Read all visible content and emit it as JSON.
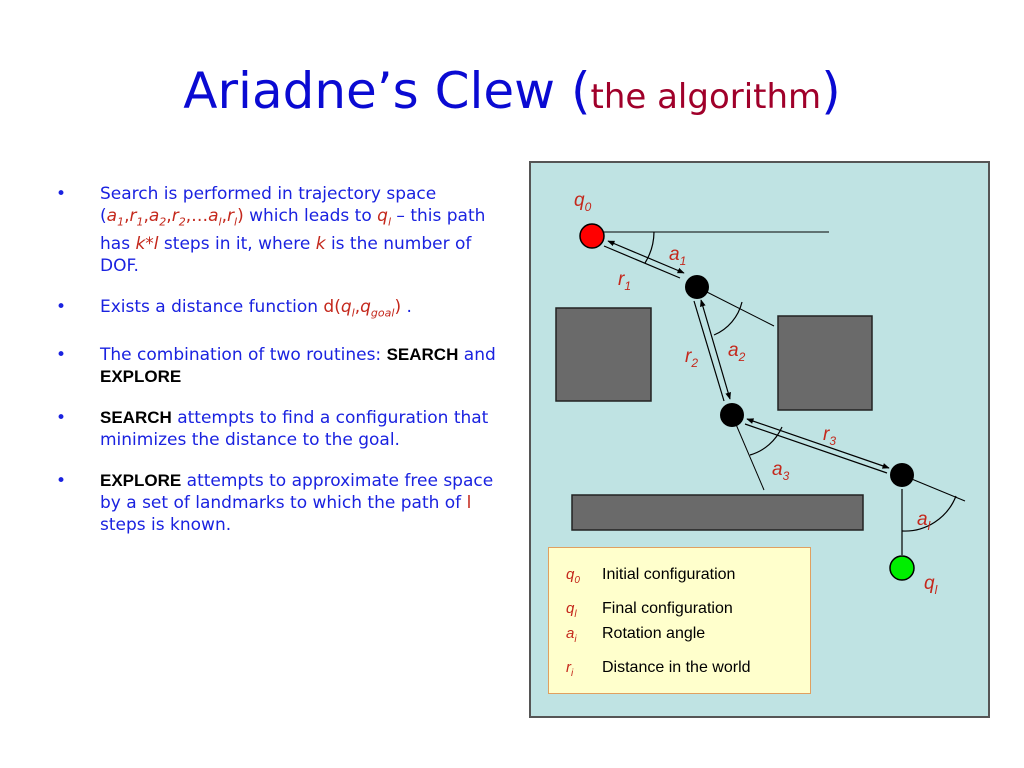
{
  "title": {
    "main": "Ariadne’s Clew (",
    "sub": "the algorithm",
    "close": ")"
  },
  "bullets": {
    "b1": {
      "t1": "Search is performed in trajectory space (",
      "a1": "a",
      "s1": "1",
      "c1": ",",
      "r1": "r",
      "s2": "1",
      "c2": ",",
      "a2": "a",
      "s3": "2",
      "c3": ",",
      "r2": "r",
      "s4": "2",
      "c4": ",…",
      "al": "a",
      "s5": "l",
      "c5": ",",
      "rl": "r",
      "s6": "l",
      "c6": ")",
      "t2": " which leads to ",
      "q": "q",
      "qs": "l",
      "t3": " – this path has ",
      "kl": "k*l",
      "t4": " steps in it, where ",
      "k": "k",
      "t5": " is the number of DOF."
    },
    "b2": {
      "t1": "Exists a distance function ",
      "d": "d(",
      "q1": "q",
      "q1s": "l",
      "comma": ",",
      "q2": "q",
      "q2s": "goal",
      "close": ")",
      "t2": " ."
    },
    "b3": {
      "t1": "The combination of two routines: ",
      "search": "SEARCH",
      "and": " and ",
      "explore": "EXPLORE"
    },
    "b4": {
      "search": "SEARCH",
      "t1": " attempts to find a configuration that minimizes the distance to the goal."
    },
    "b5": {
      "explore": "EXPLORE",
      "t1": " attempts to approximate free space by a set of landmarks to which the path of ",
      "l": "l",
      "t2": " steps is known."
    }
  },
  "diagram": {
    "labels": {
      "q0": {
        "base": "q",
        "sub": "0"
      },
      "a1": {
        "base": "a",
        "sub": "1"
      },
      "r1": {
        "base": "r",
        "sub": "1"
      },
      "a2": {
        "base": "a",
        "sub": "2"
      },
      "r2": {
        "base": "r",
        "sub": "2"
      },
      "r3": {
        "base": "r",
        "sub": "3"
      },
      "a3": {
        "base": "a",
        "sub": "3"
      },
      "al": {
        "base": "a",
        "sub": "l"
      },
      "ql": {
        "base": "q",
        "sub": "l"
      }
    },
    "legend": [
      {
        "sym": "q",
        "sub": "0",
        "text": "Initial configuration"
      },
      {
        "sym": "q",
        "sub": "l",
        "text": "Final configuration"
      },
      {
        "sym": "a",
        "sub": "i",
        "text": "Rotation angle"
      },
      {
        "sym": "r",
        "sub": "i",
        "text": "Distance in the world"
      }
    ]
  },
  "colors": {
    "title": "#0a0ad2",
    "accent": "#c4281c",
    "start": "#ff0000",
    "goal": "#00ee00",
    "obstacle": "#6a6a6a",
    "panel": "#bfe3e3",
    "legend_bg": "#ffffcc"
  }
}
